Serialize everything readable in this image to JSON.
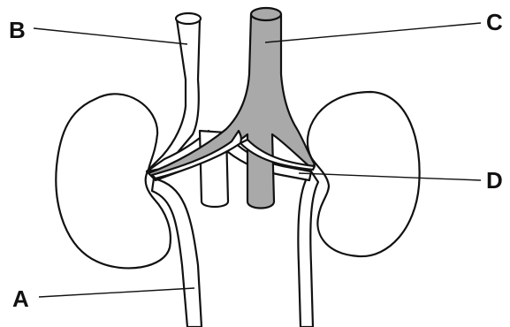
{
  "labels": {
    "a": "A",
    "b": "B",
    "c": "C",
    "d": "D"
  },
  "colors": {
    "outline": "#111111",
    "vein_fill": "#a9a9a9",
    "background": "#ffffff"
  }
}
